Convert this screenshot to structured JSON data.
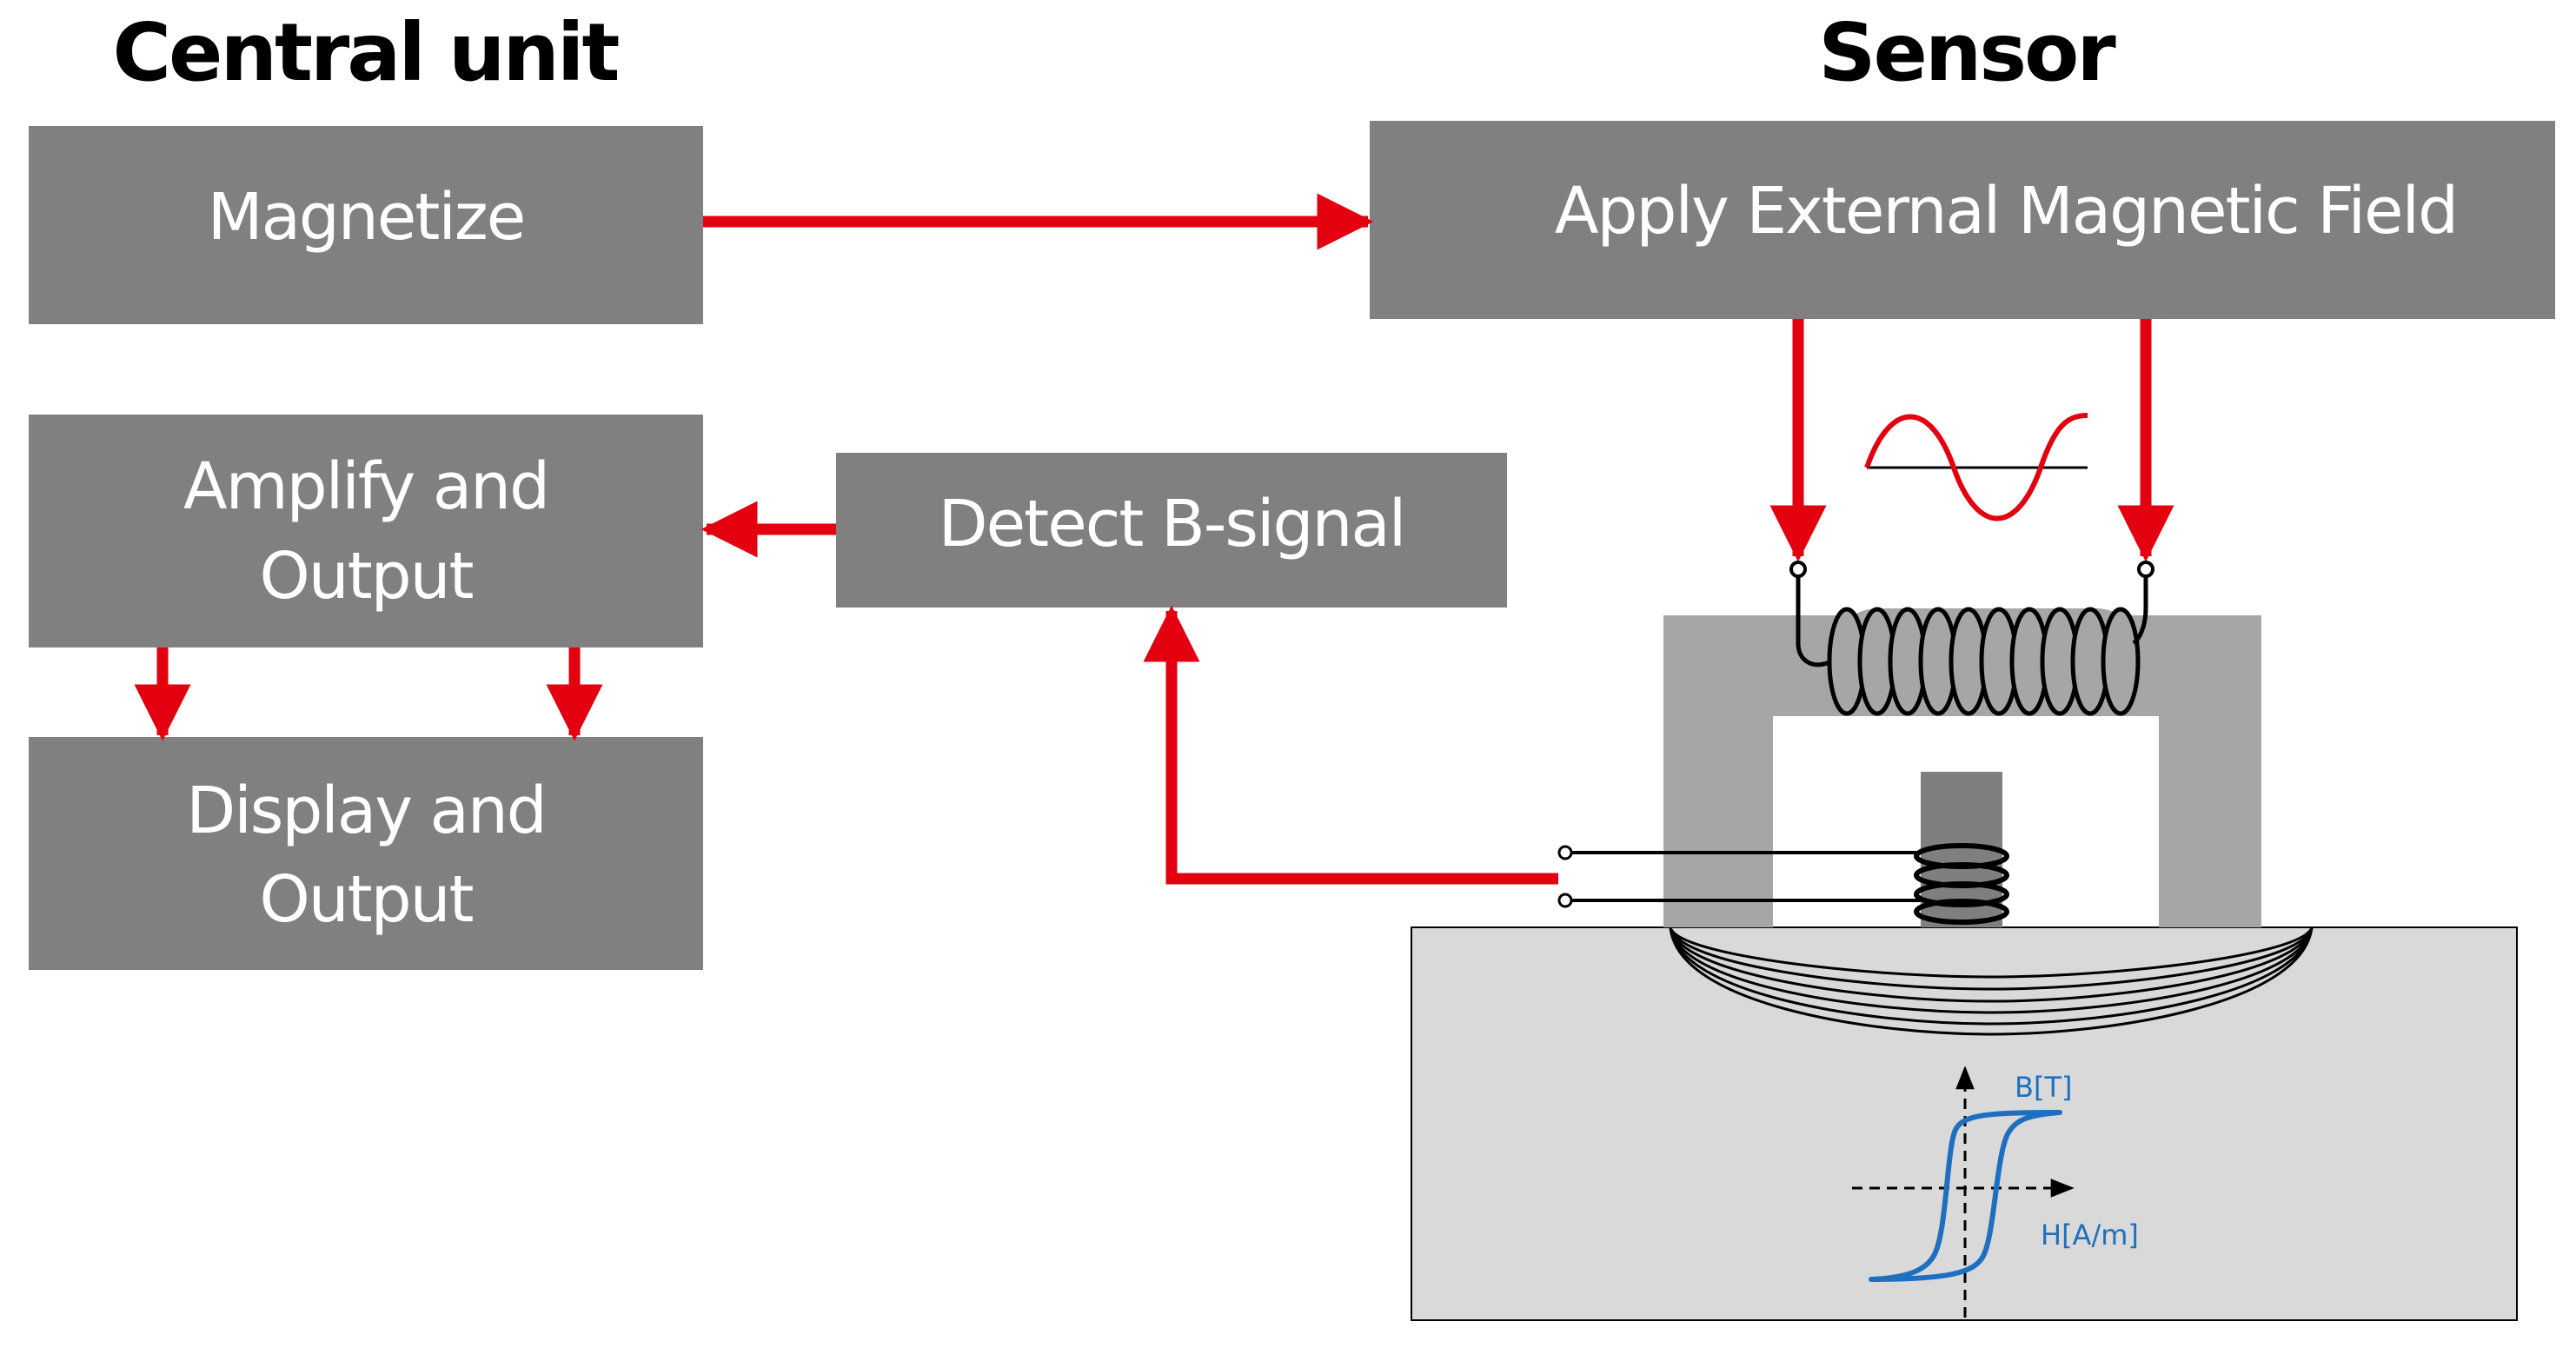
{
  "headers": {
    "central_unit": "Central unit",
    "sensor": "Sensor"
  },
  "boxes": {
    "magnetize": "Magnetize",
    "amplify_line1": "Amplify and",
    "amplify_line2": "Output",
    "display_line1": "Display and",
    "display_line2": "Output",
    "detect": "Detect  B-signal",
    "apply_field": "Apply External Magnetic Field"
  },
  "hysteresis": {
    "y_label": "B[T]",
    "x_label": "H[A/m]"
  },
  "colors": {
    "box": "#808080",
    "arrow": "#e3000f",
    "yoke": "#a6a6a6",
    "specimen": "#d9d9d9",
    "hysteresis": "#1f6fc0"
  }
}
